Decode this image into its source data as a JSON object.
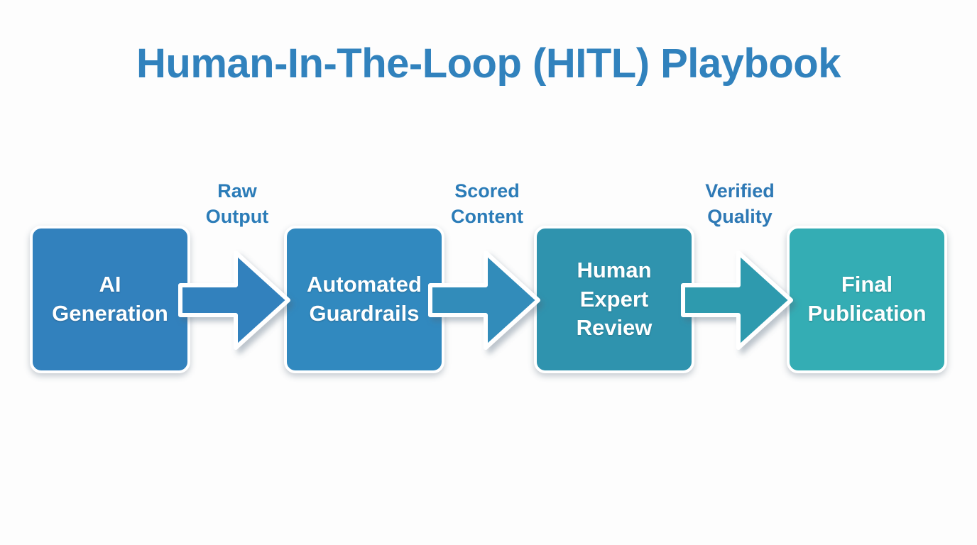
{
  "page": {
    "title": "Human-In-The-Loop (HITL) Playbook",
    "background_color": "#fdfdfd",
    "title_color": "#3182bd"
  },
  "flow": {
    "type": "left-to-right process flow",
    "stages": [
      {
        "id": "ai-generation",
        "lines": [
          "AI",
          "Generation"
        ],
        "color": "#3281bd"
      },
      {
        "id": "automated-guardrails",
        "lines": [
          "Automated",
          "Guardrails"
        ],
        "color": "#3189bf"
      },
      {
        "id": "human-expert-review",
        "lines": [
          "Human",
          "Expert",
          "Review"
        ],
        "color": "#2f93ae"
      },
      {
        "id": "final-publication",
        "lines": [
          "Final",
          "Publication"
        ],
        "color": "#34adb4"
      }
    ],
    "connectors": [
      {
        "id": "raw-output",
        "lines": [
          "Raw",
          "Output"
        ],
        "arrow_color": "#3281bd",
        "from": "ai-generation",
        "to": "automated-guardrails"
      },
      {
        "id": "scored-content",
        "lines": [
          "Scored",
          "Content"
        ],
        "arrow_color": "#308cba",
        "from": "automated-guardrails",
        "to": "human-expert-review"
      },
      {
        "id": "verified-quality",
        "lines": [
          "Verified",
          "Quality"
        ],
        "arrow_color": "#2f9aae",
        "from": "human-expert-review",
        "to": "final-publication"
      }
    ]
  }
}
